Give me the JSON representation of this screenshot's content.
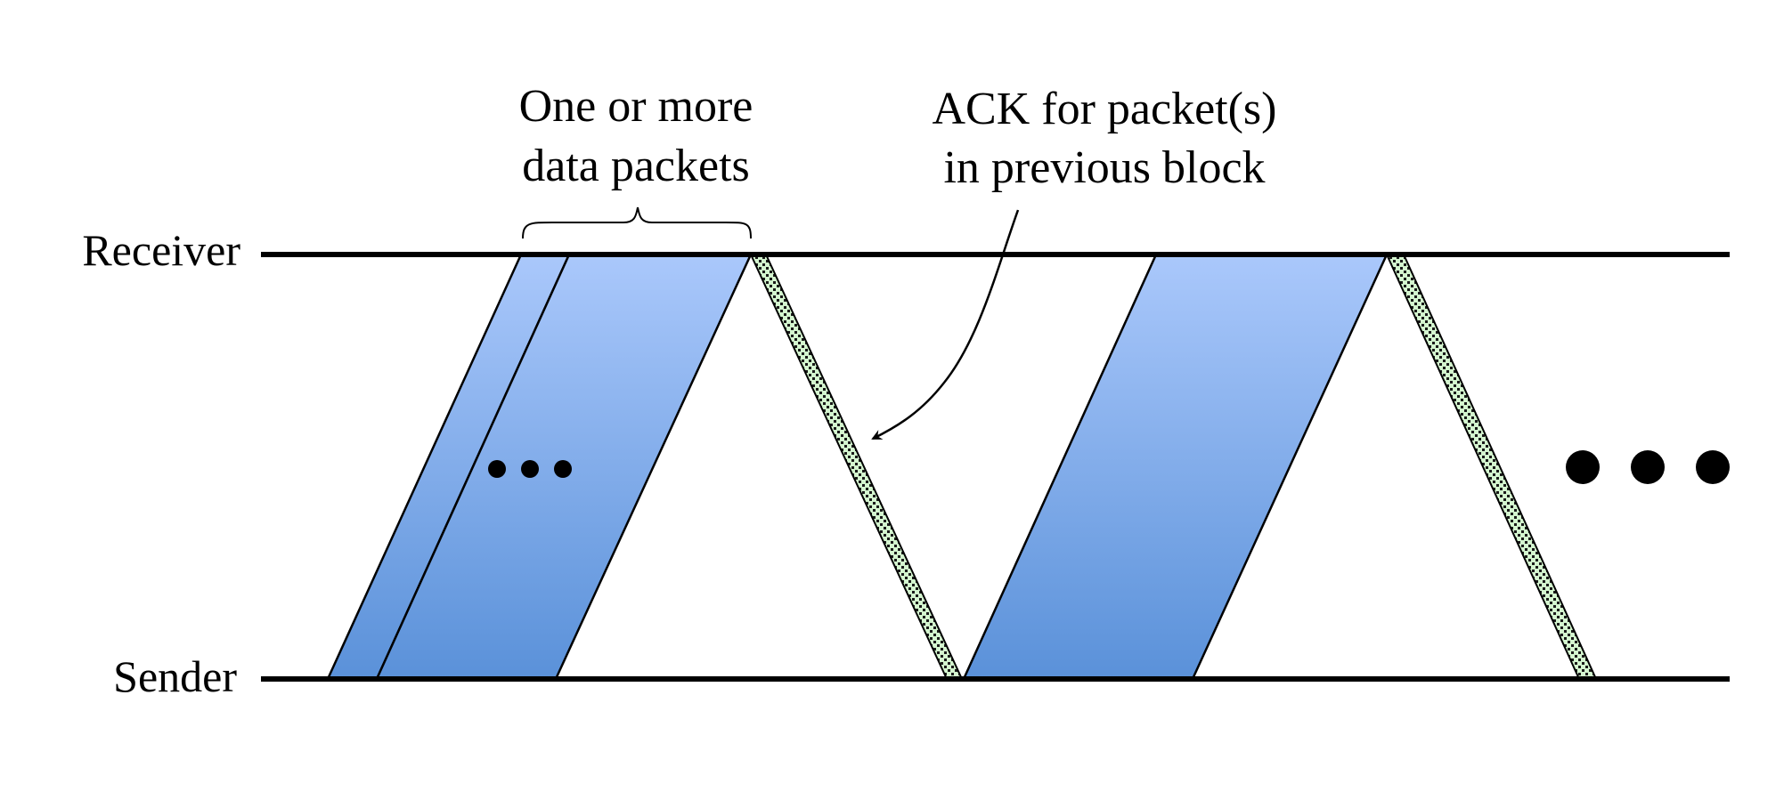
{
  "diagram": {
    "type": "sequence-timing",
    "lanes": {
      "receiver": "Receiver",
      "sender": "Sender"
    },
    "annotations": {
      "data_packets_line1": "One or more",
      "data_packets_line2": "data packets",
      "ack_line1": "ACK for packet(s)",
      "ack_line2": "in previous block"
    },
    "blocks": [
      {
        "kind": "data-block",
        "packets": 2,
        "has_ellipsis": true
      },
      {
        "kind": "ack"
      },
      {
        "kind": "data-block",
        "packets": 1,
        "has_ellipsis": false
      },
      {
        "kind": "ack"
      }
    ],
    "continuation": "more blocks follow",
    "colors": {
      "data_top": "#aac8fb",
      "data_bottom": "#5a91d9",
      "ack_fill": "#d4f5cf",
      "ack_dots": "#1a1a1a",
      "line": "#000000"
    }
  }
}
